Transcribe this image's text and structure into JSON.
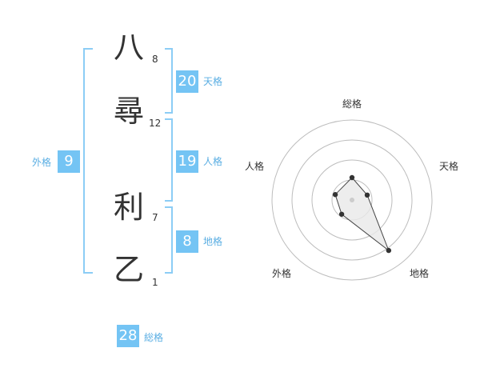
{
  "name": {
    "chars": [
      {
        "char": "八",
        "strokes": "8"
      },
      {
        "char": "尋",
        "strokes": "12"
      },
      {
        "char": "利",
        "strokes": "7"
      },
      {
        "char": "乙",
        "strokes": "1"
      }
    ]
  },
  "scores": {
    "tenkaku": {
      "value": "20",
      "label": "天格"
    },
    "jinkaku": {
      "value": "19",
      "label": "人格"
    },
    "chikaku": {
      "value": "8",
      "label": "地格"
    },
    "gaikaku": {
      "value": "9",
      "label": "外格"
    },
    "soukaku": {
      "value": "28",
      "label": "総格"
    }
  },
  "radar": {
    "axes": [
      "総格",
      "天格",
      "地格",
      "外格",
      "人格"
    ],
    "values": [
      0.28,
      0.2,
      0.78,
      0.22,
      0.22
    ],
    "max": 1.0,
    "rings": 4,
    "colors": {
      "ring": "#bdbdbd",
      "polygon_fill": "#e8e8e8",
      "polygon_stroke": "#444444",
      "point": "#333333",
      "center": "#cccccc"
    }
  },
  "colors": {
    "accent": "#74c4f4",
    "bracket": "#8ccdf5",
    "label": "#5aaee3"
  }
}
